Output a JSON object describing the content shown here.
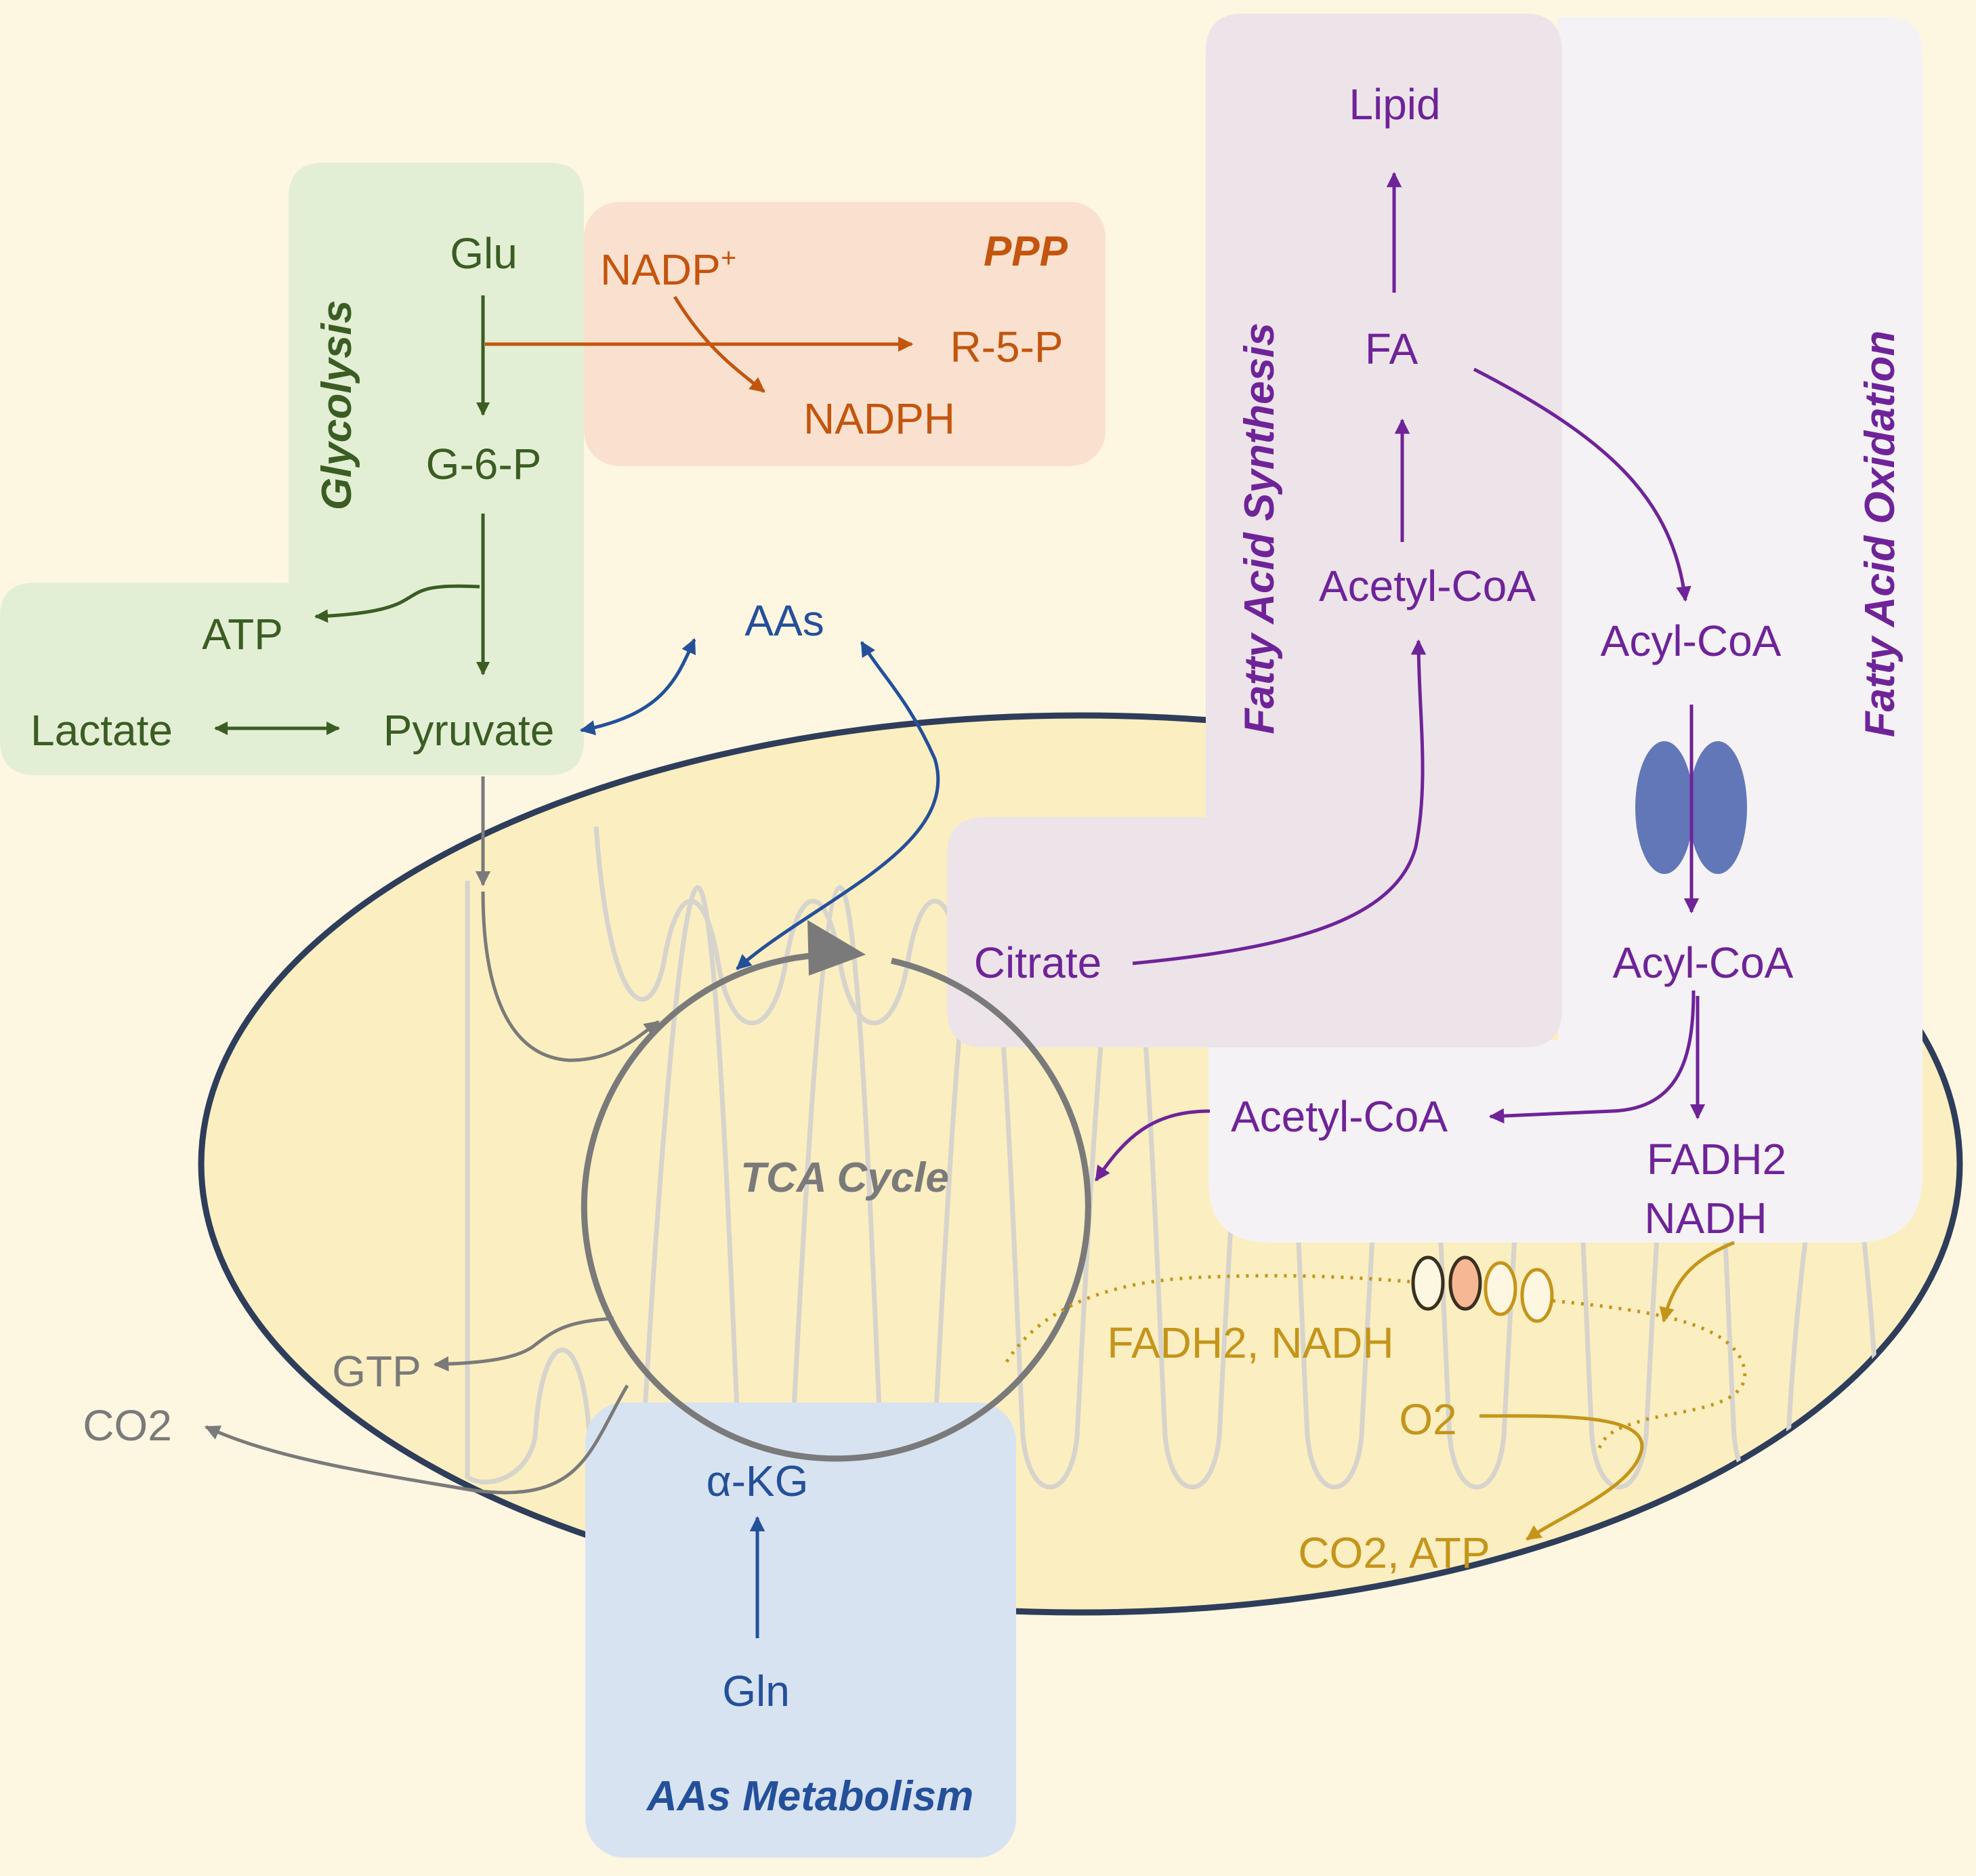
{
  "colors": {
    "background": "#fdf6e1",
    "mitochondrion_fill": "#fbeec0",
    "mitochondrion_stroke": "#2e3d5a",
    "cristae": "#d6d4cc",
    "glycolysis": "#3b5d23",
    "glycolysis_bg": "#e3efd5",
    "ppp": "#c3550f",
    "ppp_bg": "#fae1cf",
    "fatty_acid": "#6f2398",
    "synthesis_bg": "#ece4e9",
    "oxidation_bg": "#f5f2f5",
    "amino_acid": "#24509a",
    "amino_acid_bg": "#d8e3f1",
    "tca": "#7a7a7a",
    "etc": "#c4951a"
  },
  "regions": {
    "glycolysis": "Glycolysis",
    "ppp": "PPP",
    "fatty_acid_synthesis": "Fatty Acid Synthesis",
    "fatty_acid_oxidation": "Fatty Acid Oxidation",
    "aas_metabolism": "AAs Metabolism",
    "tca_cycle": "TCA Cycle"
  },
  "labels": {
    "glu": "Glu",
    "g6p": "G-6-P",
    "atp_glycolysis": "ATP",
    "lactate": "Lactate",
    "pyruvate": "Pyruvate",
    "nadp_plus": "NADP",
    "nadp_sup": "+",
    "r5p": "R-5-P",
    "nadph": "NADPH",
    "aas": "AAs",
    "lipid": "Lipid",
    "fa": "FA",
    "acetyl_coa_cytosol": "Acetyl-CoA",
    "citrate": "Citrate",
    "acyl_coa_cytosol": "Acyl-CoA",
    "acyl_coa_mito": "Acyl-CoA",
    "acetyl_coa_mito": "Acetyl-CoA",
    "fadh2": "FADH2",
    "nadh": "NADH",
    "fadh2_nadh": "FADH2, NADH",
    "o2": "O2",
    "co2_atp": "CO2, ATP",
    "gtp": "GTP",
    "co2": "CO2",
    "akg": "α-KG",
    "gln": "Gln"
  }
}
